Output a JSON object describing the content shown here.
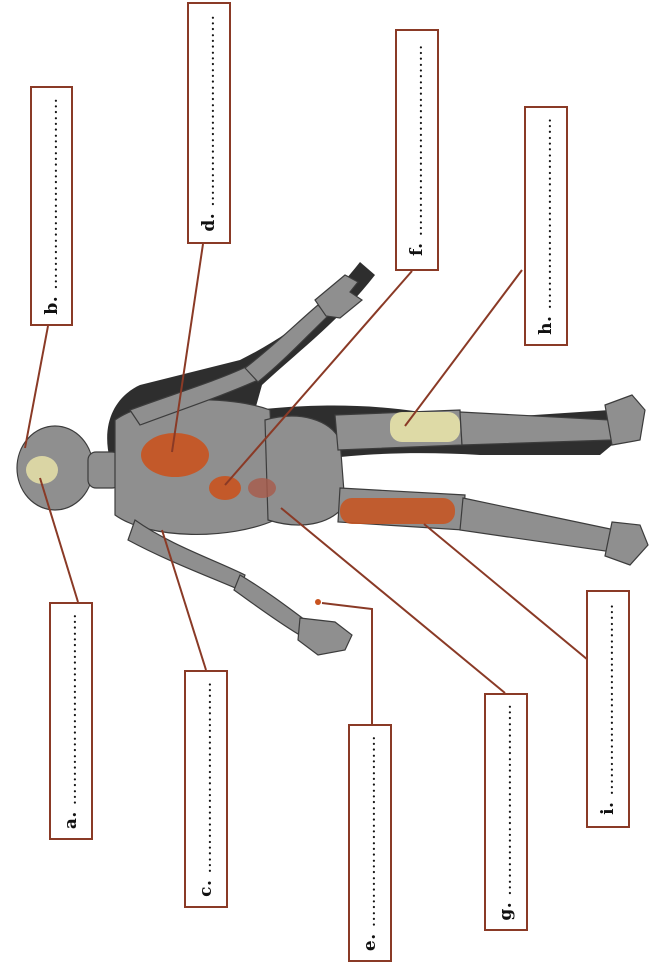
{
  "labels": [
    {
      "key": "a",
      "letter": "a.",
      "dots": "……………………………"
    },
    {
      "key": "b",
      "letter": "b.",
      "dots": "……………………………"
    },
    {
      "key": "c",
      "letter": "c.",
      "dots": "……………………………"
    },
    {
      "key": "d",
      "letter": "d.",
      "dots": "……………………………"
    },
    {
      "key": "e",
      "letter": "e.",
      "dots": "……………………………"
    },
    {
      "key": "f",
      "letter": "f.",
      "dots": "……………………………"
    },
    {
      "key": "g",
      "letter": "g.",
      "dots": "……………………………"
    },
    {
      "key": "h",
      "letter": "h.",
      "dots": "……………………………"
    },
    {
      "key": "i",
      "letter": "i.",
      "dots": "……………………………"
    }
  ],
  "colors": {
    "box_border": "#8a3a26",
    "leader_line": "#8a3a26",
    "highlight_organ": "#c9531f",
    "highlight_bone": "#e7e2a8",
    "body_dark": "#3a3a3a",
    "body_light": "#9a9a9a"
  }
}
